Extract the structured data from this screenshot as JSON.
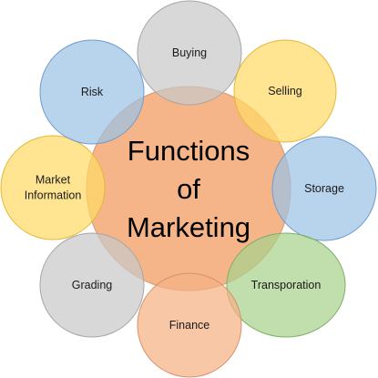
{
  "center": {
    "lines": [
      "Functions",
      "of",
      "Marketing"
    ],
    "color": "#f4b183"
  },
  "nodes": [
    {
      "id": "buying",
      "lines": [
        "Buying"
      ],
      "color": "#c9c9c9",
      "stroke": "#a6a6a6"
    },
    {
      "id": "selling",
      "lines": [
        "Selling"
      ],
      "color": "#ffd966",
      "stroke": "#e3b93a"
    },
    {
      "id": "storage",
      "lines": [
        "Storage"
      ],
      "color": "#9dc3e6",
      "stroke": "#6f9ccc"
    },
    {
      "id": "transporation",
      "lines": [
        "Transporation"
      ],
      "color": "#a9d18e",
      "stroke": "#7fae66"
    },
    {
      "id": "finance",
      "lines": [
        "Finance"
      ],
      "color": "#f4b183",
      "stroke": "#d7926a"
    },
    {
      "id": "grading",
      "lines": [
        "Grading"
      ],
      "color": "#c9c9c9",
      "stroke": "#a6a6a6"
    },
    {
      "id": "market-information",
      "lines": [
        "Market",
        "Information"
      ],
      "color": "#ffd966",
      "stroke": "#e3b93a"
    },
    {
      "id": "risk",
      "lines": [
        "Risk"
      ],
      "color": "#9dc3e6",
      "stroke": "#6f9ccc"
    }
  ]
}
